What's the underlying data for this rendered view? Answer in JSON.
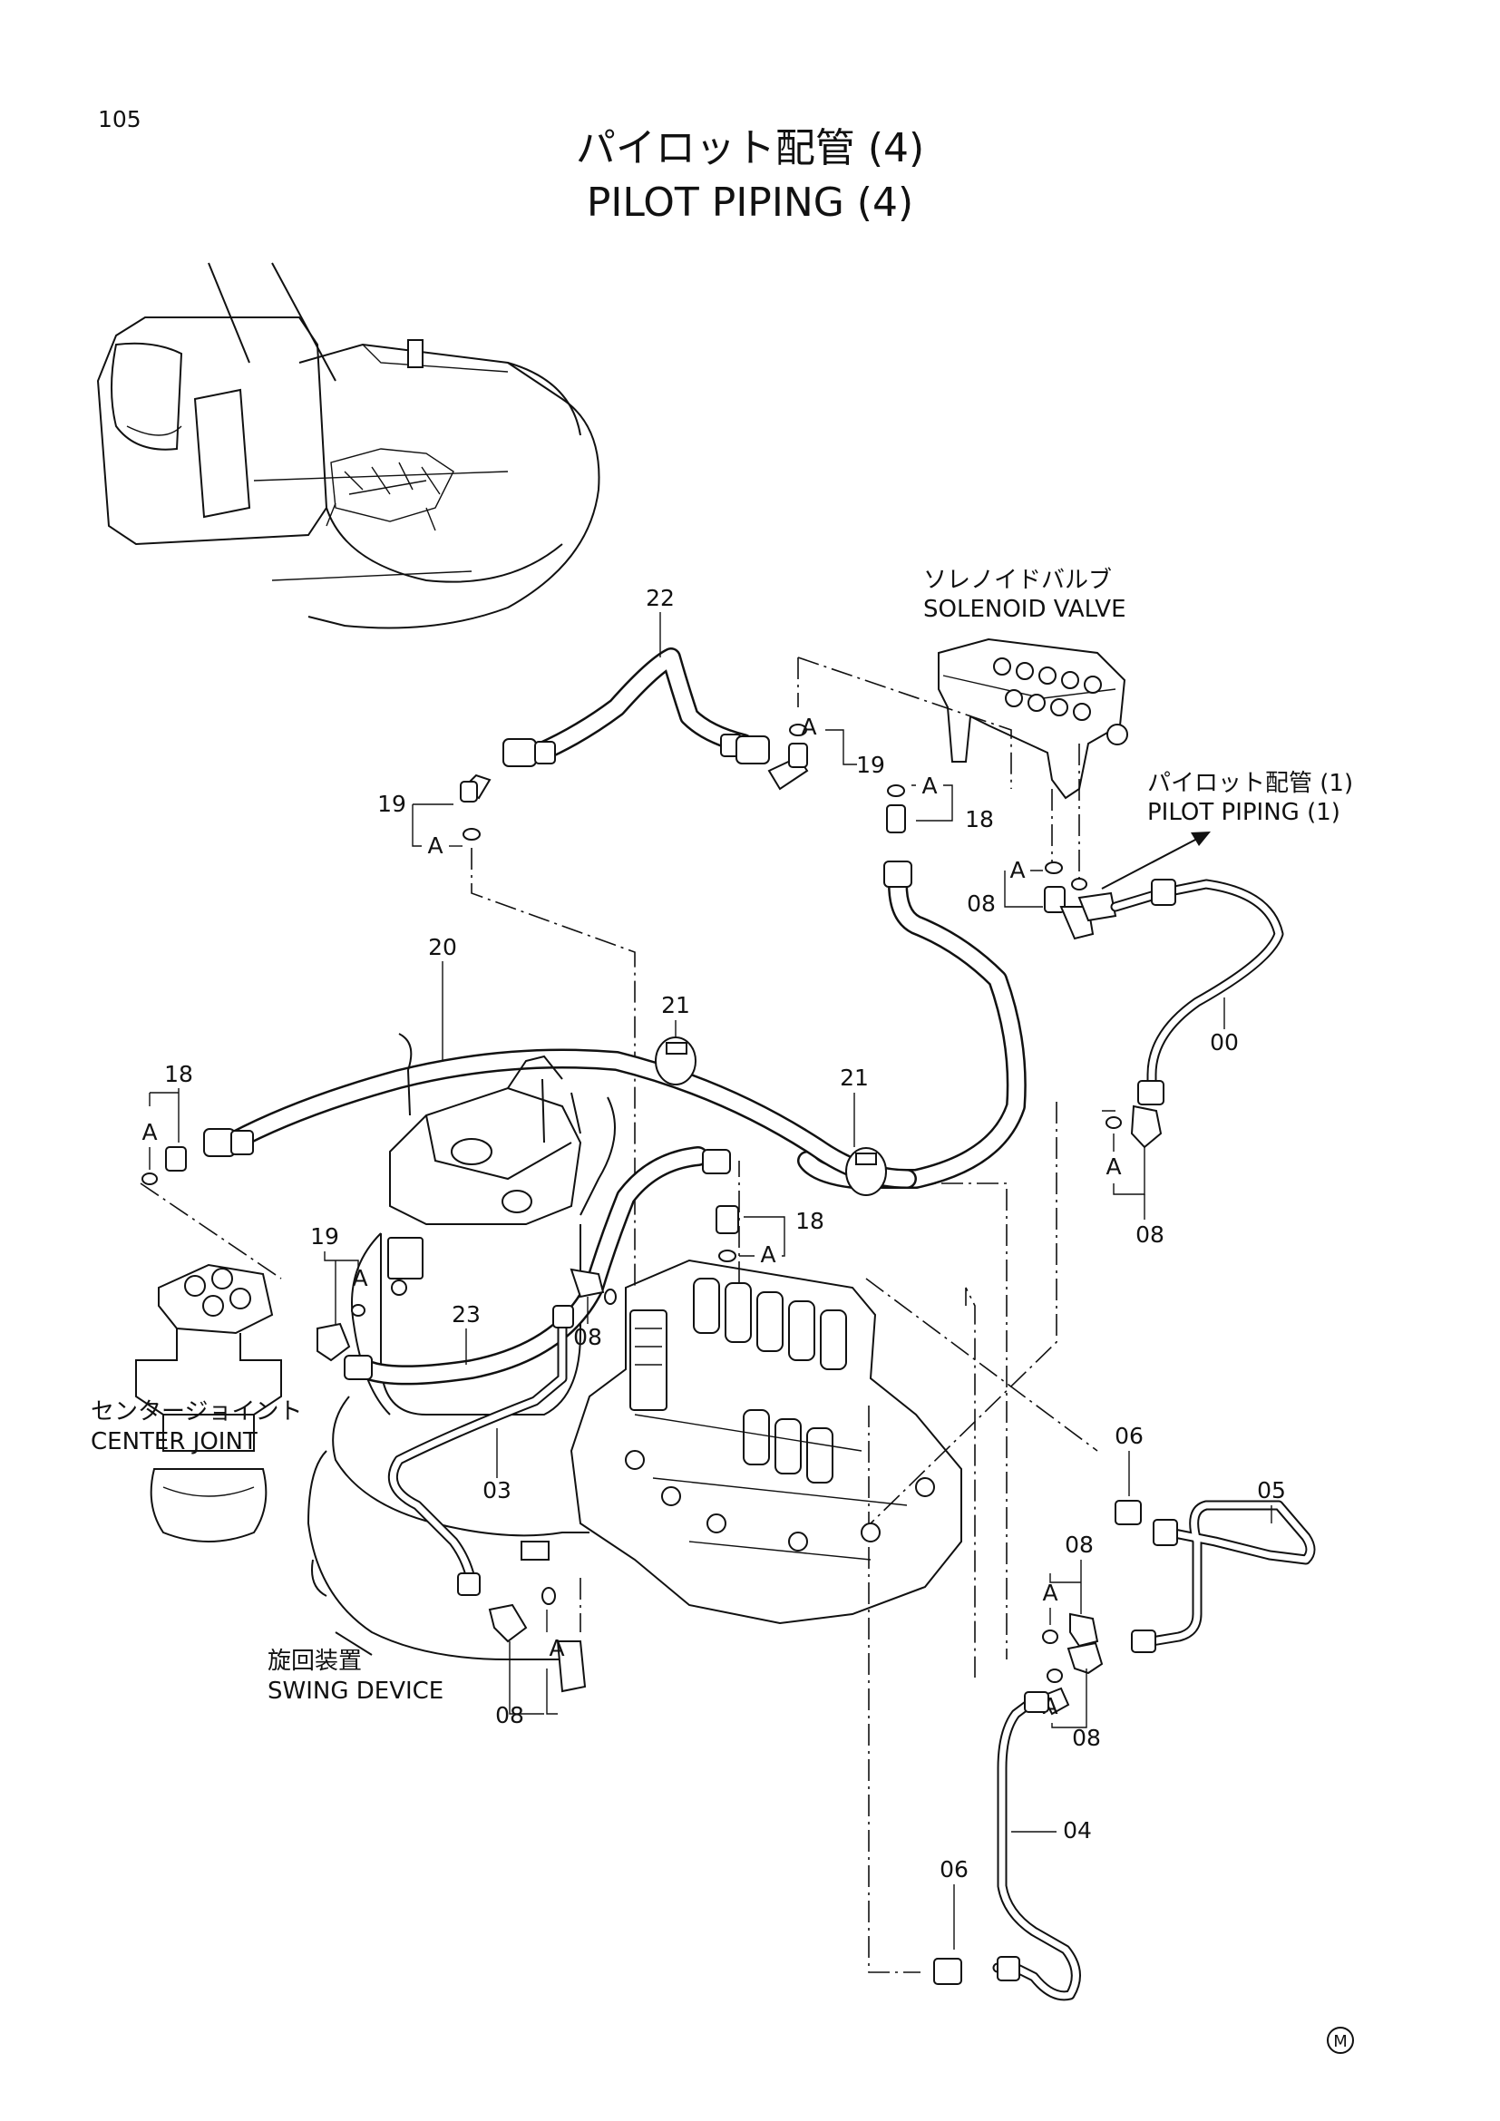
{
  "page_number": "105",
  "title_ja": "パイロット配管 (4)",
  "title_en": "PILOT PIPING (4)",
  "components": {
    "solenoid_valve_ja": "ソレノイドバルブ",
    "solenoid_valve_en": "SOLENOID VALVE",
    "pilot_piping_ref_ja": "パイロット配管 (1)",
    "pilot_piping_ref_en": "PILOT PIPING (1)",
    "center_joint_ja": "センタージョイント",
    "center_joint_en": "CENTER JOINT",
    "swing_device_ja": "旋回装置",
    "swing_device_en": "SWING DEVICE"
  },
  "callouts": {
    "p22": "22",
    "p19_top_left": "19",
    "p19_top_right": "19",
    "p18_top": "18",
    "p08_top": "08",
    "p00": "00",
    "p20": "20",
    "p21_left": "21",
    "p21_right": "21",
    "p18_left": "18",
    "p18_mid": "18",
    "p08_right": "08",
    "p19_mid": "19",
    "p23": "23",
    "p08_mid": "08",
    "p03": "03",
    "p06_right": "06",
    "p05": "05",
    "p08_lower_right_top": "08",
    "p08_lower_right_bottom": "08",
    "p08_bottom_left": "08",
    "p04": "04",
    "p06_bottom": "06"
  },
  "seal_marker": "A",
  "mark_symbol": "M"
}
